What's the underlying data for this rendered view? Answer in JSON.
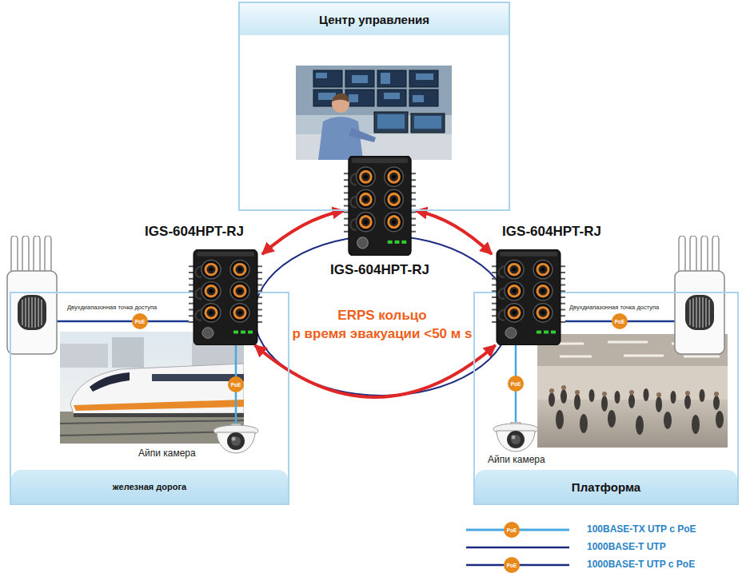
{
  "diagram": {
    "nodes": [
      {
        "text": [
          "Центр управления"
        ]
      },
      {
        "text": [
          "железная дорога"
        ]
      },
      {
        "text": [
          "Платформа"
        ]
      },
      {
        "text": [
          "IGS-604HPT-RJ"
        ]
      },
      {
        "text": [
          "IGS-604HPT-RJ"
        ]
      },
      {
        "text": [
          "IGS-604HPT-RJ"
        ]
      },
      {
        "text": [
          "Айпи камера"
        ],
        "in": 1
      },
      {
        "text": [
          "Айпи камера"
        ],
        "in": 2
      }
    ],
    "edges": [
      {
        "from": 3,
        "to": 4,
        "arrow": "both"
      },
      {
        "from": 3,
        "to": 5,
        "arrow": "both"
      },
      {
        "from": 4,
        "to": 5,
        "arrow": "both"
      },
      {
        "from": 4,
        "to": 6,
        "arrow": "none",
        "label": "PoE"
      },
      {
        "from": 5,
        "to": 7,
        "arrow": "none",
        "label": "PoE"
      }
    ],
    "labels": [
      "Двухдиапазонная точка доступа",
      "PoE",
      "Двухдиапазонная точка доступа",
      "PoE",
      "ERPS кольцо",
      "р время эвакуации <50 м s",
      "PoE",
      "PoE"
    ],
    "legend": [
      {
        "text": "100BASE-TX UTP с PoE"
      },
      {
        "text": "1000BASE-T UTP"
      },
      {
        "text": "1000BASE-T UTP с PoE"
      }
    ]
  }
}
